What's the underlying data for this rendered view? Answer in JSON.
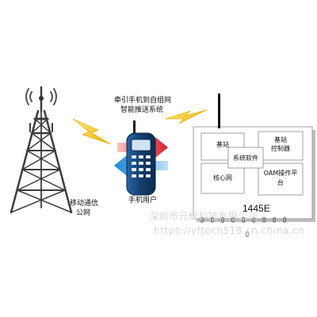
{
  "tower_label": [
    "移动通信",
    "公网"
  ],
  "system_title": [
    "牵引手机到自组网",
    "智能推送系统"
  ],
  "phone_user_label": "手机用户",
  "box": {
    "base_station": "基站",
    "controller": [
      "基站",
      "控制器"
    ],
    "software": "系统软件",
    "core_network": "核心网",
    "oam": [
      "OAM操作平",
      "台"
    ]
  },
  "model_number": "1445E",
  "glyph_row1": "▯▯▯▯▯▯▯▯▯",
  "glyph_row2": "▯",
  "watermark_line1": "深圳市元耀科技有限公司",
  "watermark_line2": "https://yftech518.cn.china.cn",
  "colors": {
    "tower": "#4a4a4a",
    "lightning": "#f2c200",
    "arrow_red": "#e0303a",
    "arrow_blue": "#2a8fd8",
    "phone_body": "#1d4f86",
    "box_border": "#aaaaaa",
    "box_shadow": "#bdbdbd"
  }
}
